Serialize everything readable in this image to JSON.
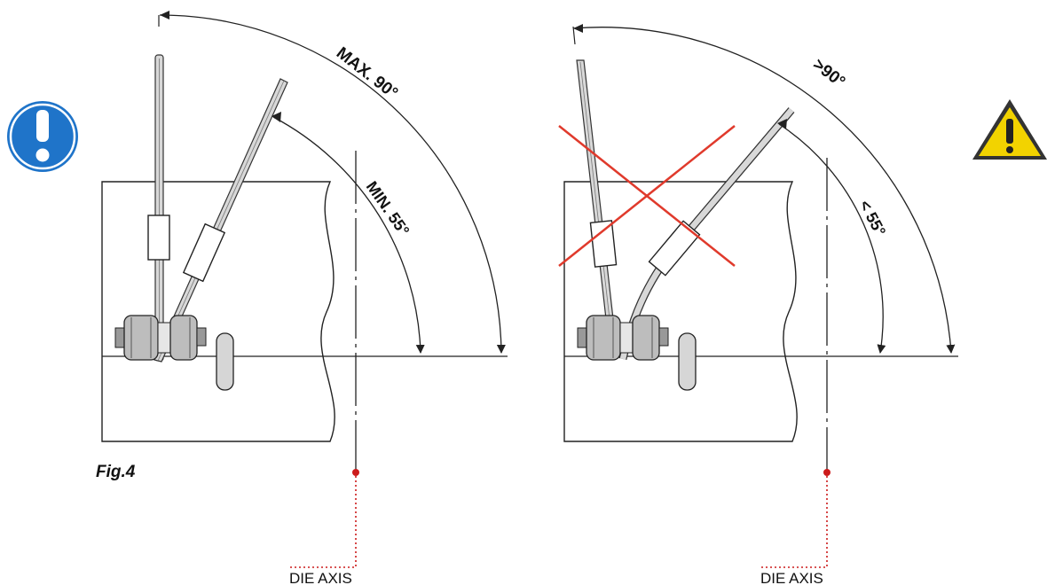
{
  "figure": {
    "caption": "Fig.4",
    "ok_variant": {
      "max_angle_label": "MAX. 90°",
      "min_angle_label": "MIN. 55°",
      "axis_label": "DIE AXIS"
    },
    "wrong_variant": {
      "max_angle_label": ">90°",
      "min_angle_label": "< 55°",
      "axis_label": "DIE AXIS"
    }
  },
  "icons": {
    "mandatory": "exclamation-mandatory-icon",
    "warning": "warning-triangle-icon"
  },
  "colors": {
    "line": "#222222",
    "mandatory_blue": "#1f74c9",
    "warning_yellow": "#f2d300",
    "cross_red": "#e03a2c",
    "axis_dot_red": "#cc1b1b"
  }
}
